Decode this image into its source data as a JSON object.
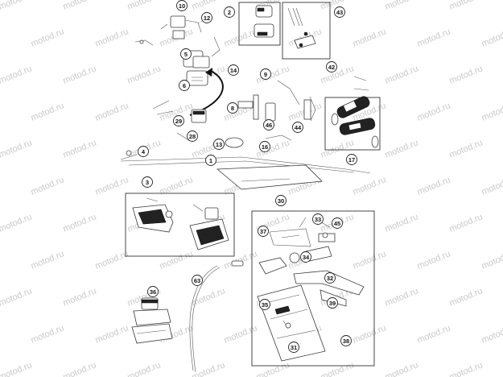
{
  "watermark": "motod.ru",
  "callouts": [
    "1",
    "2",
    "3",
    "4",
    "5",
    "6",
    "8",
    "9",
    "10",
    "12",
    "13",
    "14",
    "16",
    "17",
    "28",
    "29",
    "30",
    "31",
    "32",
    "33",
    "34",
    "35",
    "36",
    "37",
    "38",
    "39",
    "42",
    "43",
    "44",
    "45",
    "46",
    "63"
  ]
}
